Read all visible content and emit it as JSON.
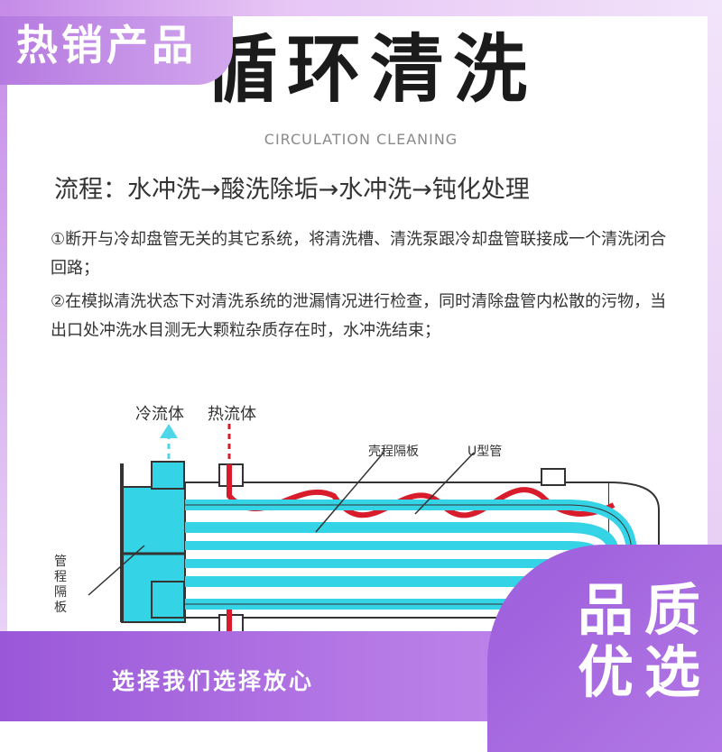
{
  "badge": {
    "label": "热销产品"
  },
  "header": {
    "title": "循环清洗",
    "subtitle": "CIRCULATION CLEANING"
  },
  "process": {
    "text": "流程：水冲洗→酸洗除垢→水冲洗→钝化处理"
  },
  "steps": [
    "①断开与冷却盘管无关的其它系统，将清洗槽、清洗泵跟冷却盘管联接成一个清洗闭合回路；",
    "②在模拟清洗状态下对清洗系统的泄漏情况进行检查，同时清除盘管内松散的污物，当出口处冲洗水目测无大颗粒杂质存在时，水冲洗结束；"
  ],
  "diagram": {
    "label_cold": "冷流体",
    "label_hot": "热流体",
    "label_shell_baffle": "壳程隔板",
    "label_u_tube": "U型管",
    "label_tube_baffle": "管程隔板"
  },
  "footer": {
    "slogan": "选择我们选择放心",
    "quality_line1": "品质",
    "quality_line2": "优选"
  },
  "colors": {
    "purple": "#b47ae6",
    "cyan": "#35d3e6",
    "red": "#d81c2c"
  }
}
